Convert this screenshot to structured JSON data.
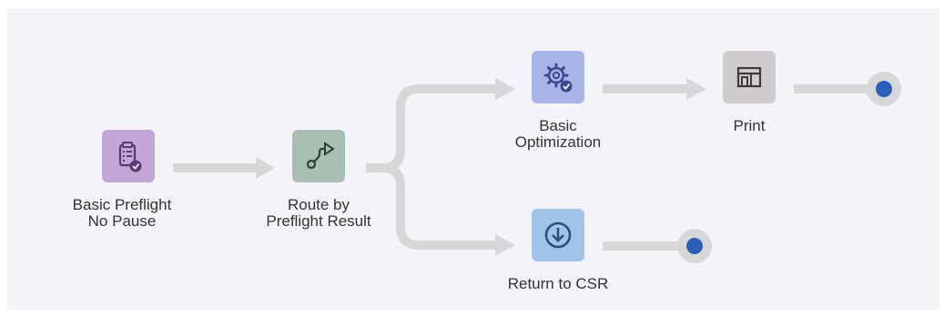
{
  "workflow": {
    "nodes": [
      {
        "id": "basic-preflight",
        "lines": [
          "Basic Preflight",
          "No Pause"
        ],
        "icon": "clipboard-check-icon",
        "color": "#c5a6d9",
        "icon_color": "#5b3a74"
      },
      {
        "id": "route-by-preflight",
        "lines": [
          "Route by",
          "Preflight Result"
        ],
        "icon": "route-branch-icon",
        "color": "#a9bfb3",
        "icon_color": "#2f3f37"
      },
      {
        "id": "basic-optimization",
        "lines": [
          "Basic",
          "Optimization"
        ],
        "icon": "gear-check-icon",
        "color": "#a9b5e6",
        "icon_color": "#3a4a8c"
      },
      {
        "id": "print",
        "lines": [
          "Print"
        ],
        "icon": "printer-layout-icon",
        "color": "#cfcccb",
        "icon_color": "#3c3b3b"
      },
      {
        "id": "return-to-csr",
        "lines": [
          "Return to CSR"
        ],
        "icon": "download-circle-icon",
        "color": "#9fc4e8",
        "icon_color": "#2a4f7a"
      }
    ],
    "colors": {
      "connector": "#d7d7d7",
      "endpoint_ring": "#d7d7d7",
      "endpoint_dot": "#2b5fb8",
      "canvas": "#f4f4f8"
    }
  }
}
